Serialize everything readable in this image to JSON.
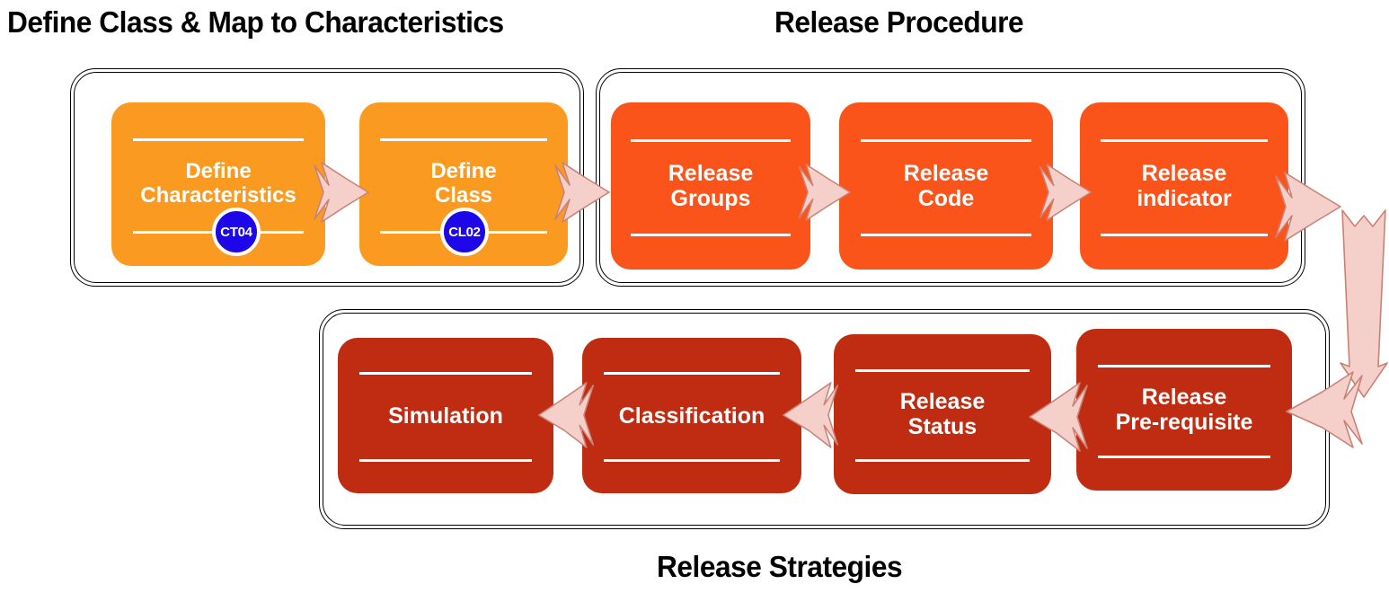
{
  "diagram": {
    "title_define_class": "Define Class & Map to Characteristics",
    "title_release_procedure": "Release Procedure",
    "title_release_strategies": "Release Strategies"
  },
  "colors": {
    "orange": "#FB9A21",
    "vermillion": "#FB541B",
    "dark_red": "#BF2C11",
    "arrow_fill": "#F5CFC9",
    "arrow_stroke": "#C98275",
    "badge_blue": "#1D06E8",
    "outline": "#000000",
    "text_on_node": "#FFFFFF",
    "title_text": "#000000"
  },
  "groups": {
    "define_class": {
      "name": "Define Class & Map to Characteristics",
      "nodes": [
        {
          "label": "Define\nCharacteristics",
          "badge": "CT04",
          "color": "orange"
        },
        {
          "label": "Define\nClass",
          "badge": "CL02",
          "color": "orange"
        }
      ]
    },
    "release_procedure": {
      "name": "Release Procedure",
      "nodes": [
        {
          "label": "Release\nGroups",
          "color": "vermillion"
        },
        {
          "label": "Release\nCode",
          "color": "vermillion"
        },
        {
          "label": "Release\nindicator",
          "color": "vermillion"
        }
      ]
    },
    "release_strategies": {
      "name": "Release Strategies",
      "nodes": [
        {
          "label": "Simulation",
          "color": "dark_red"
        },
        {
          "label": "Classification",
          "color": "dark_red"
        },
        {
          "label": "Release\nStatus",
          "color": "dark_red"
        },
        {
          "label": "Release\nPre-requisite",
          "color": "dark_red"
        }
      ]
    }
  },
  "arrows": [
    {
      "name": "define-characteristics-to-define-class",
      "direction": "right"
    },
    {
      "name": "define-class-to-release-groups",
      "direction": "right"
    },
    {
      "name": "release-groups-to-release-code",
      "direction": "right"
    },
    {
      "name": "release-code-to-release-indicator",
      "direction": "right"
    },
    {
      "name": "release-indicator-to-connector",
      "direction": "right"
    },
    {
      "name": "connector-down",
      "direction": "down"
    },
    {
      "name": "connector-to-release-prerequisite",
      "direction": "left"
    },
    {
      "name": "release-prerequisite-to-release-status",
      "direction": "left"
    },
    {
      "name": "release-status-to-classification",
      "direction": "left"
    },
    {
      "name": "classification-to-simulation",
      "direction": "left"
    }
  ]
}
